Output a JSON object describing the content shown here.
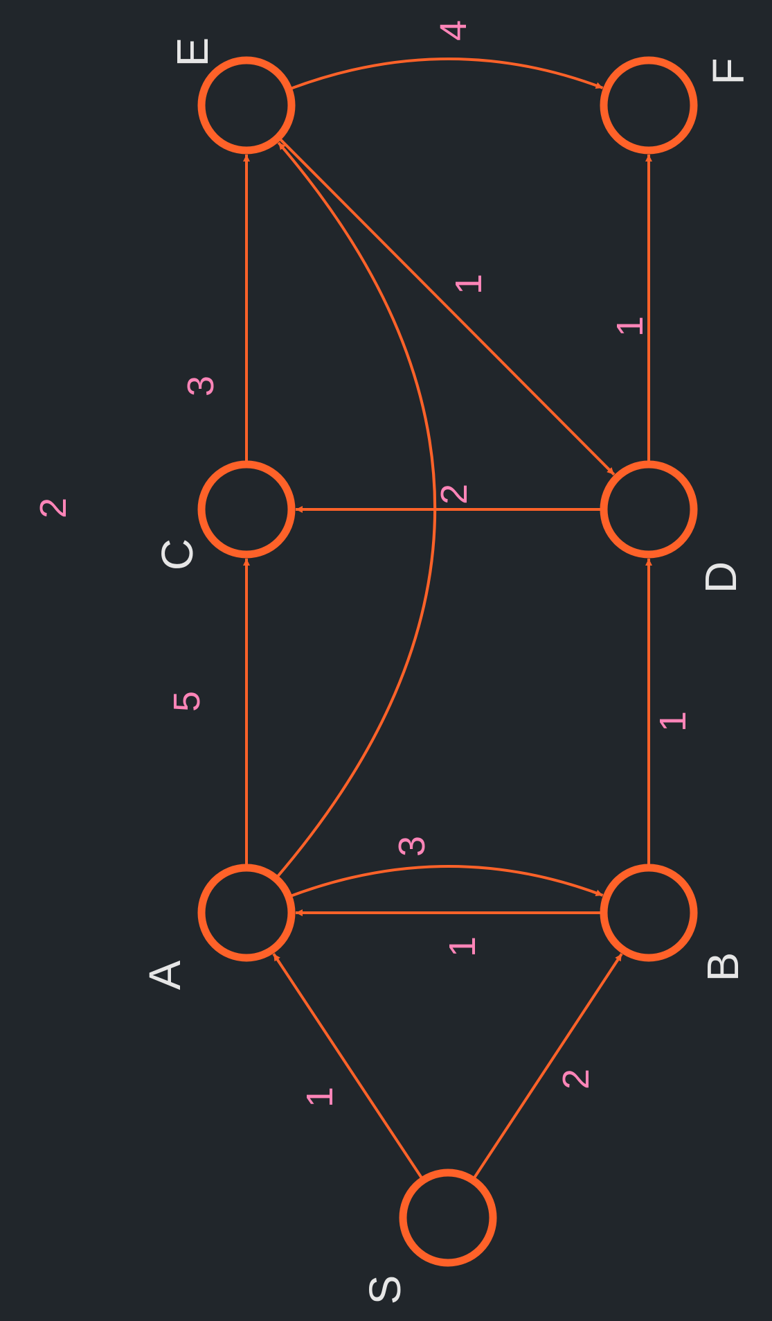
{
  "colors": {
    "background": "#21262b",
    "accent": "#ff6229",
    "node_label": "#e6e6e6",
    "weight_label": "#ff85b8"
  },
  "graph": {
    "nodes": [
      {
        "id": "S",
        "label": "S"
      },
      {
        "id": "A",
        "label": "A"
      },
      {
        "id": "B",
        "label": "B"
      },
      {
        "id": "C",
        "label": "C"
      },
      {
        "id": "D",
        "label": "D"
      },
      {
        "id": "E",
        "label": "E"
      },
      {
        "id": "F",
        "label": "F"
      }
    ],
    "edges": [
      {
        "from": "S",
        "to": "A",
        "weight": "1"
      },
      {
        "from": "S",
        "to": "B",
        "weight": "2"
      },
      {
        "from": "A",
        "to": "B",
        "weight": "3"
      },
      {
        "from": "B",
        "to": "A",
        "weight": "1"
      },
      {
        "from": "A",
        "to": "C",
        "weight": "5"
      },
      {
        "from": "A",
        "to": "E",
        "weight": "2"
      },
      {
        "from": "B",
        "to": "D",
        "weight": "1"
      },
      {
        "from": "D",
        "to": "C",
        "weight": "2"
      },
      {
        "from": "C",
        "to": "E",
        "weight": "3"
      },
      {
        "from": "E",
        "to": "D",
        "weight": "1"
      },
      {
        "from": "D",
        "to": "F",
        "weight": "1"
      },
      {
        "from": "E",
        "to": "F",
        "weight": "4"
      }
    ]
  }
}
